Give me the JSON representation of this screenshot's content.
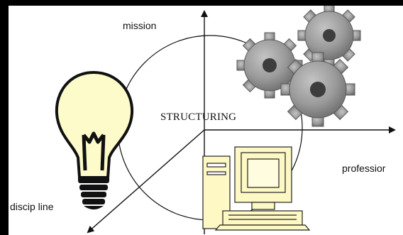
{
  "diagram": {
    "center_label": "STRUCTURING",
    "axes": {
      "up": "mission",
      "right": "professior",
      "down_left": "discip line"
    },
    "icons": {
      "idea": "lightbulb-icon",
      "process": "gears-icon",
      "technology": "computer-icon"
    },
    "colors": {
      "background": "#ffffff",
      "frame": "#000000",
      "bulb_fill": "#fdfbc9",
      "computer_fill": "#fdf8c4",
      "gear_fill": "#9e9e9e",
      "line": "#111111"
    }
  }
}
